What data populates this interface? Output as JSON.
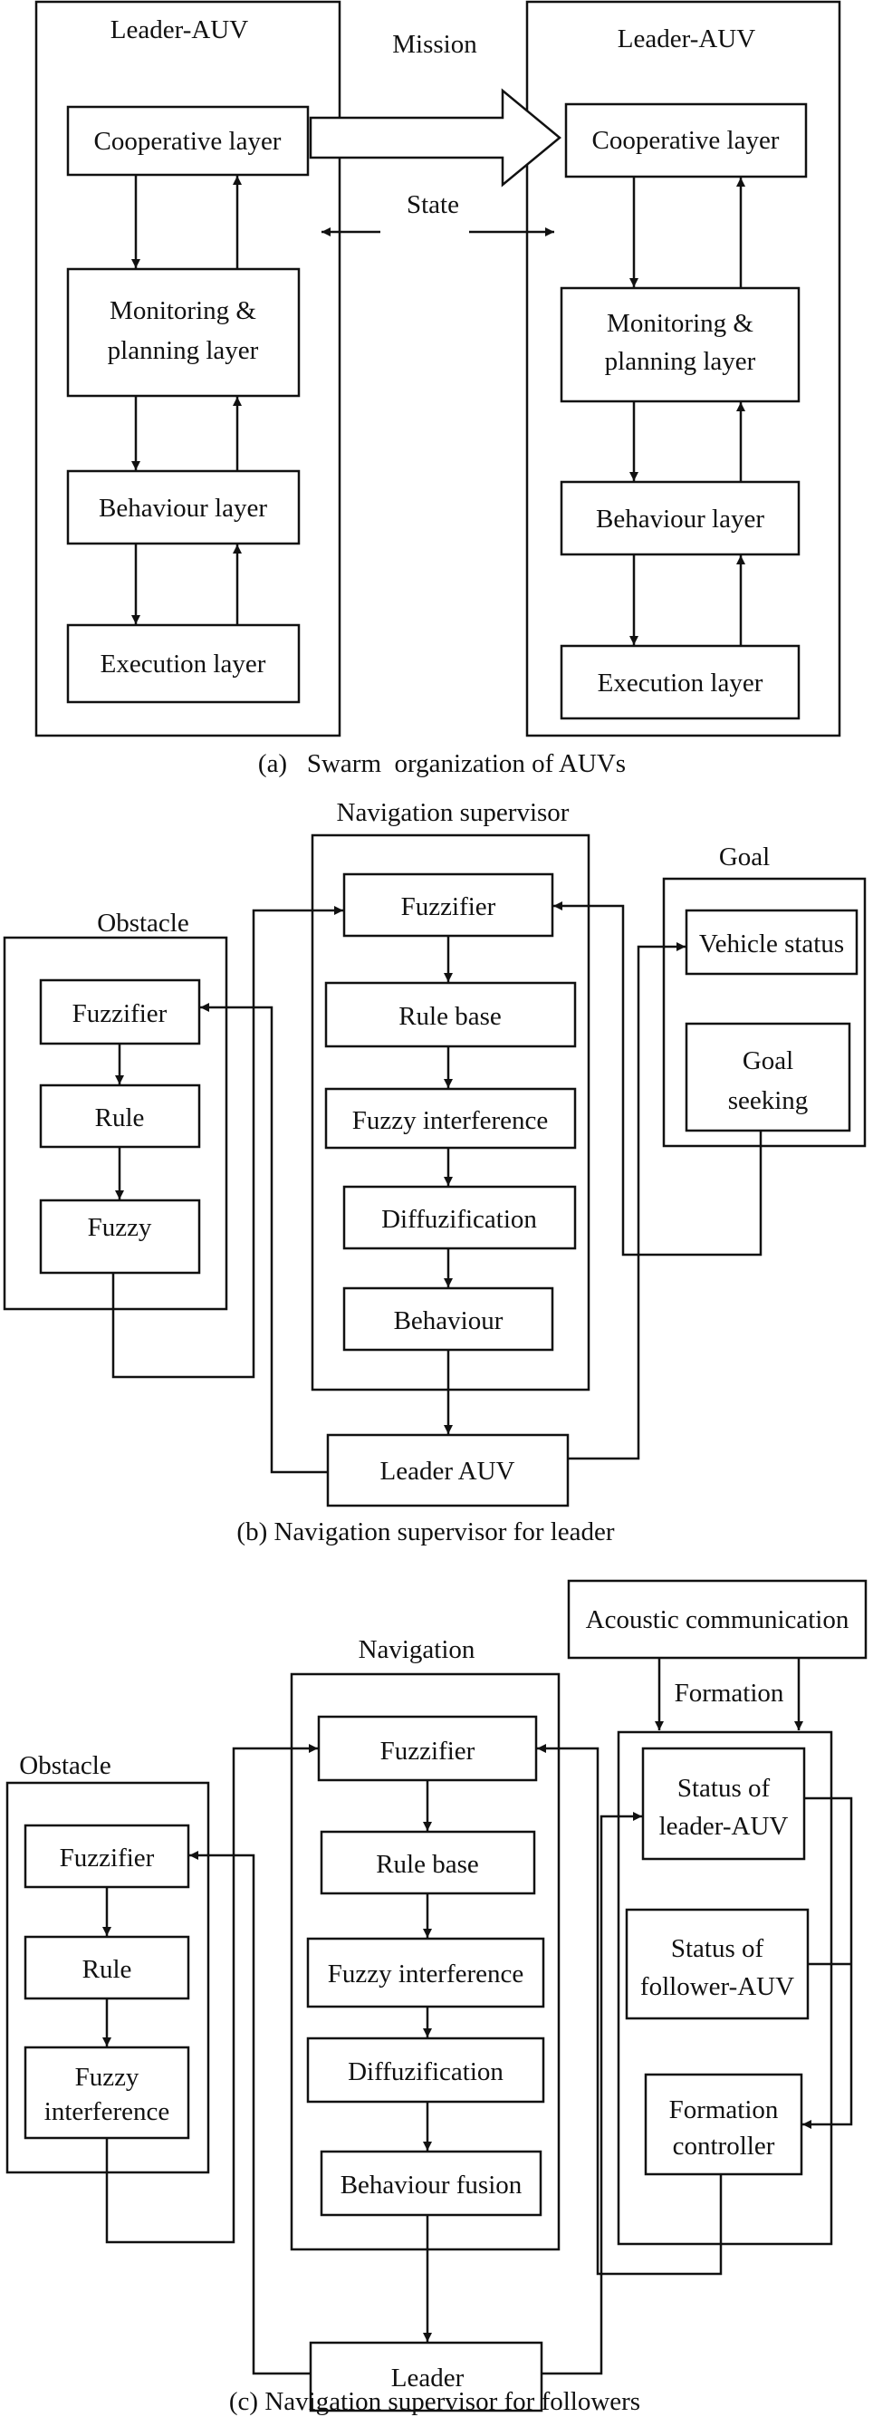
{
  "panel_a": {
    "left_container_title": "Leader-AUV",
    "right_container_title": "Leader-AUV",
    "mission_label": "Mission",
    "state_label": "State",
    "left_layers": {
      "cooperative": "Cooperative layer",
      "monitoring_line1": "Monitoring &",
      "monitoring_line2": "planning layer",
      "behaviour": "Behaviour layer",
      "execution": "Execution layer"
    },
    "right_layers": {
      "cooperative": "Cooperative layer",
      "monitoring_line1": "Monitoring &",
      "monitoring_line2": "planning layer",
      "behaviour": "Behaviour layer",
      "execution": "Execution layer"
    },
    "caption": "(a)   Swarm  organization of AUVs"
  },
  "panel_b": {
    "supervisor_title": "Navigation supervisor",
    "obstacle_title": "Obstacle",
    "goal_title": "Goal",
    "supervisor_blocks": {
      "fuzzifier": "Fuzzifier",
      "rule_base": "Rule base",
      "fuzzy_interference": "Fuzzy interference",
      "diffuzification": "Diffuzification",
      "behaviour": "Behaviour"
    },
    "obstacle_blocks": {
      "fuzzifier": "Fuzzifier",
      "rule": "Rule",
      "fuzzy": "Fuzzy"
    },
    "goal_blocks": {
      "vehicle_status": "Vehicle status",
      "goal_seeking_line1": "Goal",
      "goal_seeking_line2": "seeking"
    },
    "leader_auv": "Leader AUV",
    "caption": "(b) Navigation supervisor for leader"
  },
  "panel_c": {
    "navigation_title": "Navigation",
    "obstacle_title": "Obstacle",
    "acoustic": "Acoustic communication",
    "formation_title": "Formation",
    "navigation_blocks": {
      "fuzzifier": "Fuzzifier",
      "rule_base": "Rule base",
      "fuzzy_interference": "Fuzzy interference",
      "diffuzification": "Diffuzification",
      "behaviour_fusion": "Behaviour fusion"
    },
    "obstacle_blocks": {
      "fuzzifier": "Fuzzifier",
      "rule": "Rule",
      "fuzzy_interference_line1": "Fuzzy",
      "fuzzy_interference_line2": "interference"
    },
    "formation_blocks": {
      "status_leader_line1": "Status of",
      "status_leader_line2": "leader-AUV",
      "status_follower_line1": "Status of",
      "status_follower_line2": "follower-AUV",
      "formation_controller_line1": "Formation",
      "formation_controller_line2": "controller"
    },
    "leader": "Leader",
    "caption": "(c) Navigation supervisor for followers"
  }
}
